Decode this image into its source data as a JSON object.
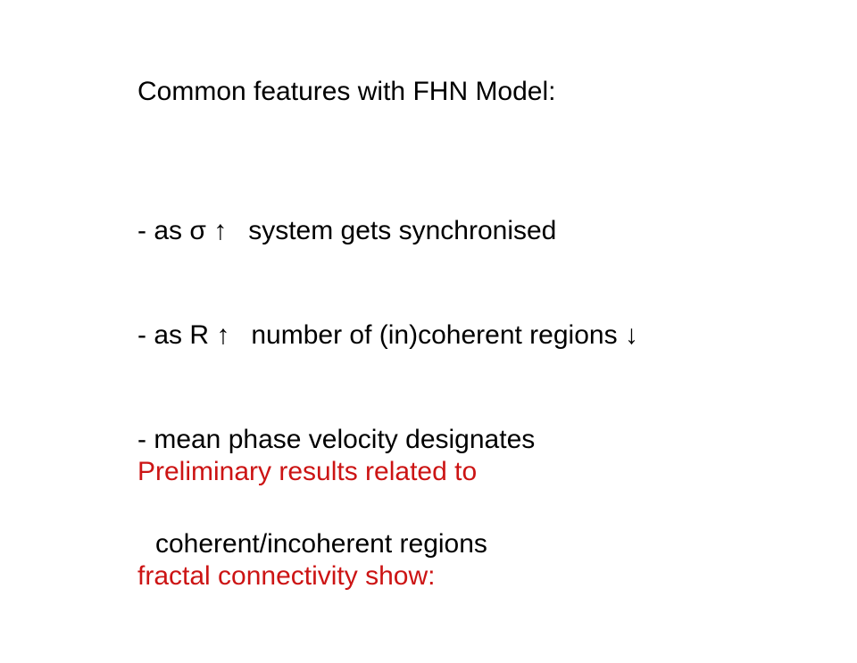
{
  "slide": {
    "heading": "Common features with FHN Model:",
    "features": [
      {
        "lead": "- as σ ↑",
        "rest": "system gets synchronised"
      },
      {
        "lead": "- as R ↑",
        "rest": "number of (in)coherent regions ↓"
      },
      {
        "lead": "- mean phase velocity designates",
        "rest": ""
      },
      {
        "lead": "",
        "rest": "coherent/incoherent regions"
      }
    ],
    "preliminary": {
      "line1": "Preliminary results related to",
      "line2": "fractal connectivity show:"
    }
  },
  "colors": {
    "text": "#000000",
    "accent": "#cc1414",
    "background": "#ffffff"
  }
}
